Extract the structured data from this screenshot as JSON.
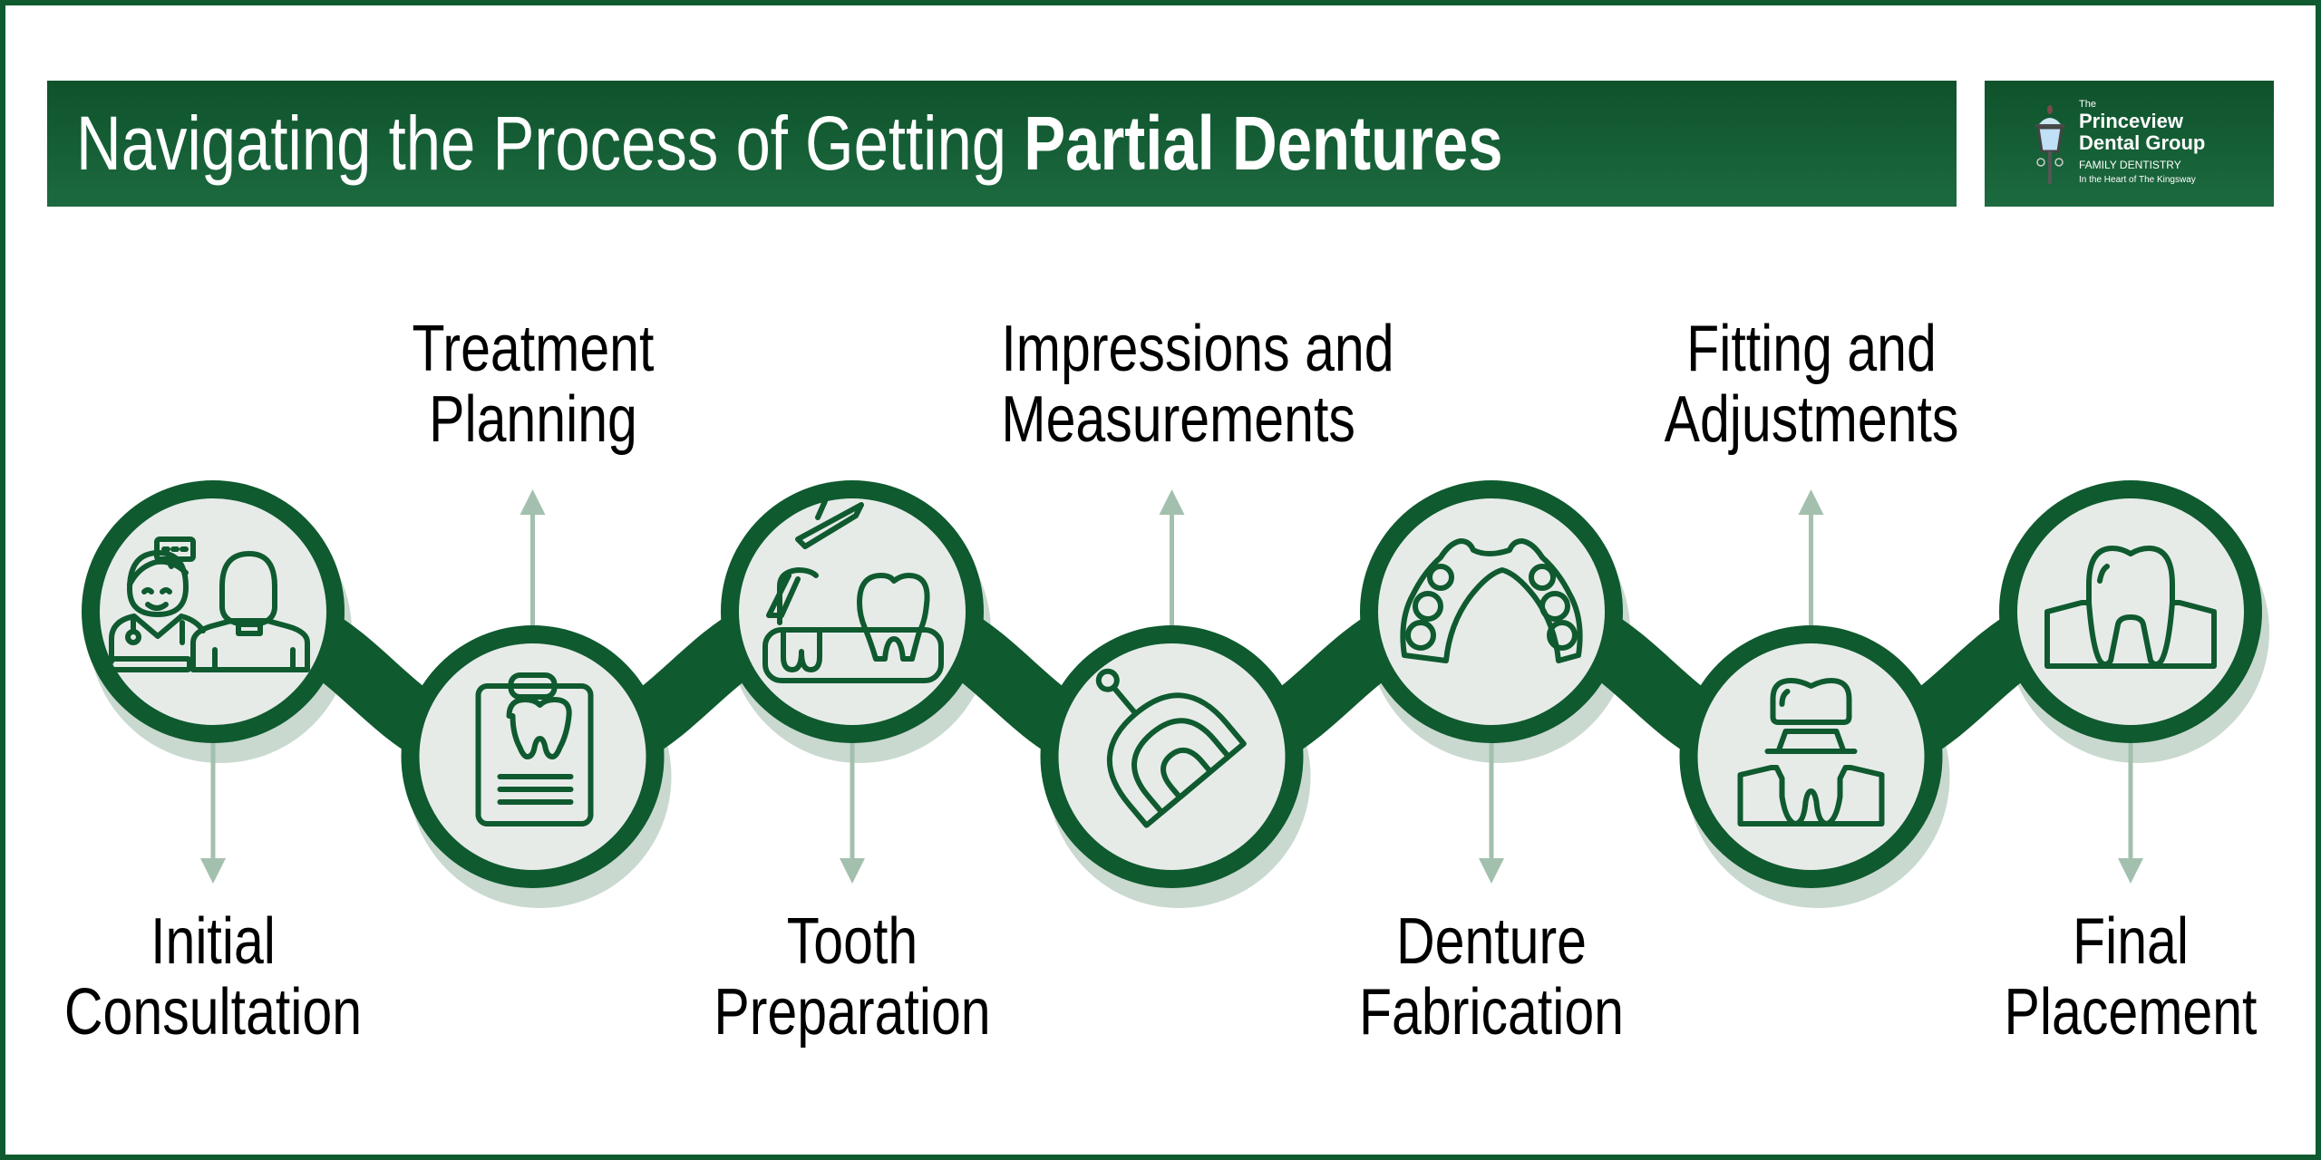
{
  "title": {
    "regular": "Navigating the Process of Getting ",
    "bold": "Partial Dentures"
  },
  "logo": {
    "the": "The",
    "line1": "Princeview",
    "line2": "Dental Group",
    "line3": "FAMILY DENTISTRY",
    "line4": "In the Heart of The Kingsway"
  },
  "colors": {
    "brand_green": "#0f5a2f",
    "circle_fill": "#e6ebe8",
    "shadow": "#c9d9cf",
    "arrow": "#a3c0ae"
  },
  "steps": [
    {
      "line1": "Initial",
      "line2": "Consultation",
      "icon": "doctor-patient-icon",
      "position": "top",
      "label_side": "bottom"
    },
    {
      "line1": "Treatment",
      "line2": "Planning",
      "icon": "clipboard-tooth-icon",
      "position": "bottom",
      "label_side": "top"
    },
    {
      "line1": "Tooth",
      "line2": "Preparation",
      "icon": "dental-tool-teeth-icon",
      "position": "top",
      "label_side": "bottom"
    },
    {
      "line1": "Impressions and",
      "line2": "Measurements",
      "icon": "impression-tray-icon",
      "position": "bottom",
      "label_side": "top"
    },
    {
      "line1": "Denture",
      "line2": "Fabrication",
      "icon": "partial-denture-icon",
      "position": "top",
      "label_side": "bottom"
    },
    {
      "line1": "Fitting and",
      "line2": "Adjustments",
      "icon": "crown-tooth-icon",
      "position": "bottom",
      "label_side": "top"
    },
    {
      "line1": "Final",
      "line2": "Placement",
      "icon": "tooth-gum-icon",
      "position": "top",
      "label_side": "bottom"
    }
  ]
}
